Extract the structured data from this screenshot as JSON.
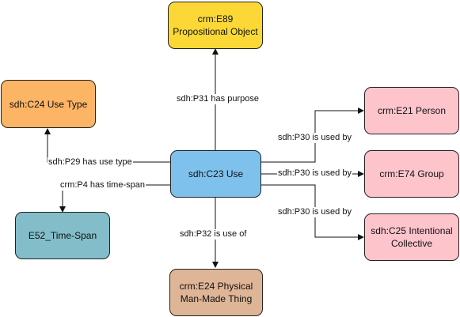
{
  "colors": {
    "center": "#7ec1ec",
    "purpose": "#fcd836",
    "use_type": "#fcb465",
    "time_span": "#82bdc9",
    "physical": "#deb596",
    "agents": "#fec4cc"
  },
  "nodes": {
    "center": "sdh:C23 Use",
    "propositional": "crm:E89 Propositional Object",
    "use_type": "sdh:C24 Use Type",
    "time_span": "E52_Time-Span",
    "physical": "crm:E24 Physical Man-Made Thing",
    "person": "crm:E21 Person",
    "group": "crm:E74 Group",
    "collective": "sdh:C25 Intentional Collective"
  },
  "edges": {
    "has_purpose": "sdh:P31 has purpose",
    "has_use_type": "sdh:P29 has use type",
    "has_time_span": "crm:P4 has time-span",
    "is_use_of": "sdh:P32 is use of",
    "used_by_person": "sdh:P30 is used by",
    "used_by_group": "sdh:P30 is used by",
    "used_by_collective": "sdh:P30 is used by"
  }
}
